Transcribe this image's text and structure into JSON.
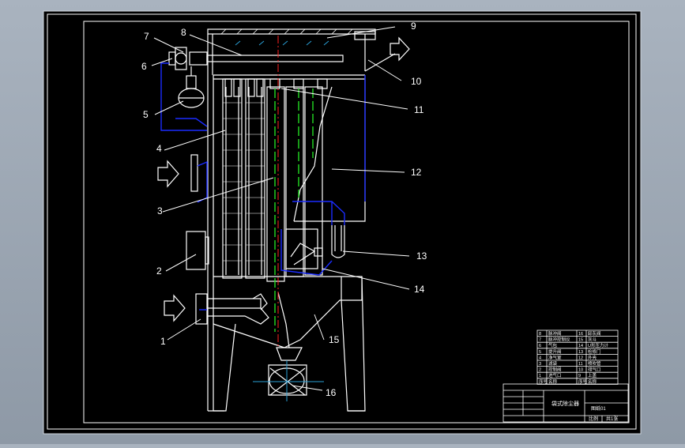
{
  "callouts": [
    "1",
    "2",
    "3",
    "4",
    "5",
    "6",
    "7",
    "8",
    "9",
    "10",
    "11",
    "12",
    "13",
    "14",
    "15",
    "16"
  ],
  "parts_table": {
    "rows": [
      [
        "8",
        "脉冲阀",
        "16",
        "卸灰阀"
      ],
      [
        "7",
        "脉冲控制仪",
        "15",
        "灰斗"
      ],
      [
        "6",
        "气包",
        "14",
        "U形压力计"
      ],
      [
        "5",
        "提升阀",
        "13",
        "检修门"
      ],
      [
        "4",
        "净气室",
        "12",
        "外壳"
      ],
      [
        "3",
        "滤袋",
        "11",
        "喷吹管"
      ],
      [
        "2",
        "控制阀",
        "10",
        "排气口"
      ],
      [
        "1",
        "进气口",
        "9",
        "上盖"
      ]
    ],
    "header": [
      "序号",
      "名称",
      "序号",
      "名称"
    ]
  },
  "title_block": {
    "title": "袋式除尘器",
    "drawing_no": "图纸01",
    "scale": "比例",
    "sheet": "共1张"
  },
  "colors": {
    "canvas": "#000000",
    "line": "#ffffff",
    "hidden_line": "#1a2cff",
    "center_line": "#ff2020",
    "bag_line": "#22dd22",
    "valve_line": "#2a9fd6"
  }
}
